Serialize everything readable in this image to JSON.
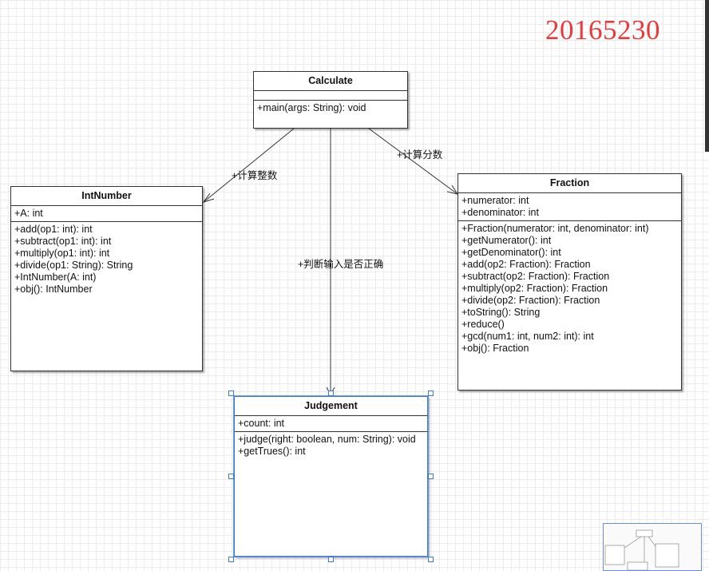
{
  "stamp": "20165230",
  "classes": {
    "calculate": {
      "name": "Calculate",
      "attributes": [],
      "methods": [
        "+main(args: String): void"
      ]
    },
    "intnumber": {
      "name": "IntNumber",
      "attributes": [
        "+A: int"
      ],
      "methods": [
        "+add(op1: int): int",
        "+subtract(op1: int): int",
        "+multiply(op1: int): int",
        "+divide(op1: String): String",
        "+IntNumber(A: int)",
        "+obj(): IntNumber"
      ]
    },
    "fraction": {
      "name": "Fraction",
      "attributes": [
        "+numerator: int",
        "+denominator: int"
      ],
      "methods": [
        "+Fraction(numerator: int, denominator: int)",
        "+getNumerator(): int",
        "+getDenominator(): int",
        "+add(op2: Fraction): Fraction",
        "+subtract(op2: Fraction): Fraction",
        "+multiply(op2: Fraction): Fraction",
        "+divide(op2: Fraction): Fraction",
        "+toString(): String",
        "+reduce()",
        "+gcd(num1: int, num2: int): int",
        "+obj(): Fraction"
      ]
    },
    "judgement": {
      "name": "Judgement",
      "attributes": [
        "+count: int"
      ],
      "methods": [
        "+judge(right: boolean, num: String): void",
        "+getTrues(): int"
      ]
    }
  },
  "edges": {
    "to_intnumber": "+计算整数",
    "to_fraction": "+计算分数",
    "to_judgement": "+判断输入是否正确"
  }
}
